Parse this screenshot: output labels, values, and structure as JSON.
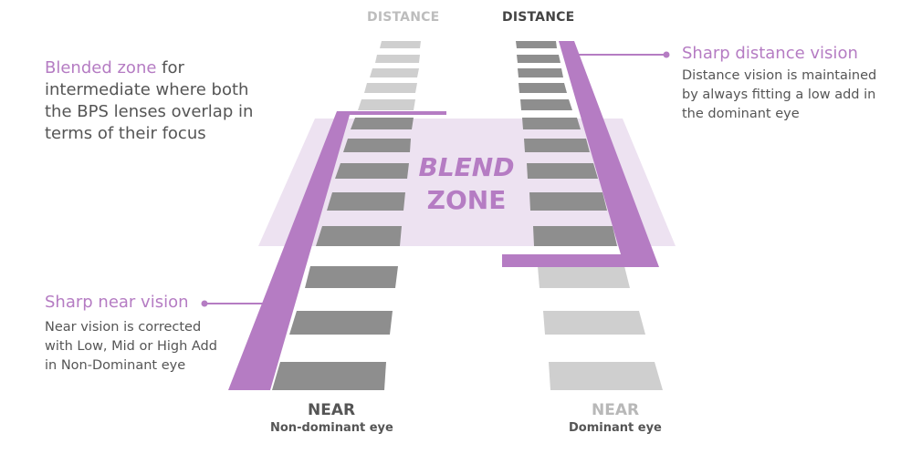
{
  "colors": {
    "accent": "#b57cc3",
    "blend_fill": "#ede2f1",
    "dark_bar": "#8e8e8e",
    "light_bar": "#cfcfcf",
    "text_dark": "#555555",
    "text_light": "#b8b8b8"
  },
  "left_column": {
    "top_label": "DISTANCE",
    "bottom_label": "NEAR",
    "eye_label": "Non-dominant eye"
  },
  "right_column": {
    "top_label": "DISTANCE",
    "bottom_label": "NEAR",
    "eye_label": "Dominant eye"
  },
  "blend_zone": {
    "line1": "BLEND",
    "line2": "ZONE"
  },
  "callouts": {
    "blended": {
      "highlight": "Blended zone",
      "text": " for intermediate where both the BPS lenses overlap in terms of their focus"
    },
    "near": {
      "heading": "Sharp near vision",
      "text": "Near vision is corrected with Low, Mid or High Add in Non-Dominant eye"
    },
    "distance": {
      "heading": "Sharp distance vision",
      "text": "Distance vision is maintained by always fitting a low add in the dominant eye"
    }
  }
}
